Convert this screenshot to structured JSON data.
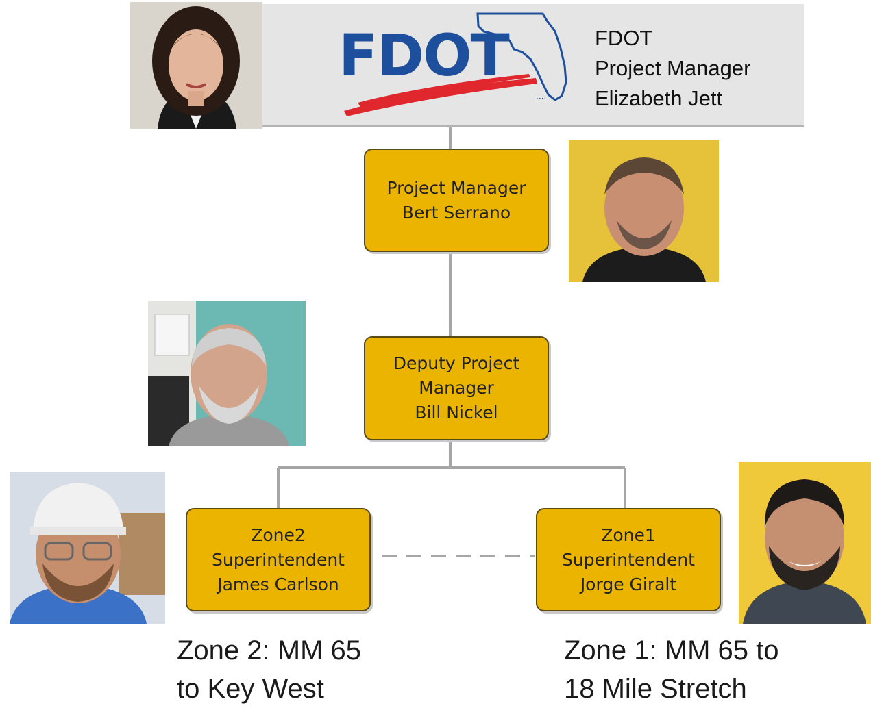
{
  "header": {
    "org": "FDOT",
    "role": "Project Manager",
    "name": "Elizabeth Jett",
    "logo_text": "FDOT"
  },
  "nodes": {
    "pm": {
      "line1": "Project Manager",
      "line2": "Bert Serrano"
    },
    "deputy": {
      "line1": "Deputy Project",
      "line2": "Manager",
      "line3": "Bill Nickel"
    },
    "zone2": {
      "line1": "Zone2",
      "line2": "Superintendent",
      "line3": "James Carlson"
    },
    "zone1": {
      "line1": "Zone1",
      "line2": "Superintendent",
      "line3": "Jorge Giralt"
    }
  },
  "zone_notes": {
    "zone2": {
      "line1": "Zone 2: MM 65",
      "line2": "to Key West"
    },
    "zone1": {
      "line1": "Zone 1: MM 65 to",
      "line2": "18 Mile Stretch"
    }
  },
  "colors": {
    "box_fill": "#ebb400",
    "fdot_blue": "#1e4f9c",
    "fdot_red": "#e0272d",
    "connector": "#a6a6a6"
  }
}
